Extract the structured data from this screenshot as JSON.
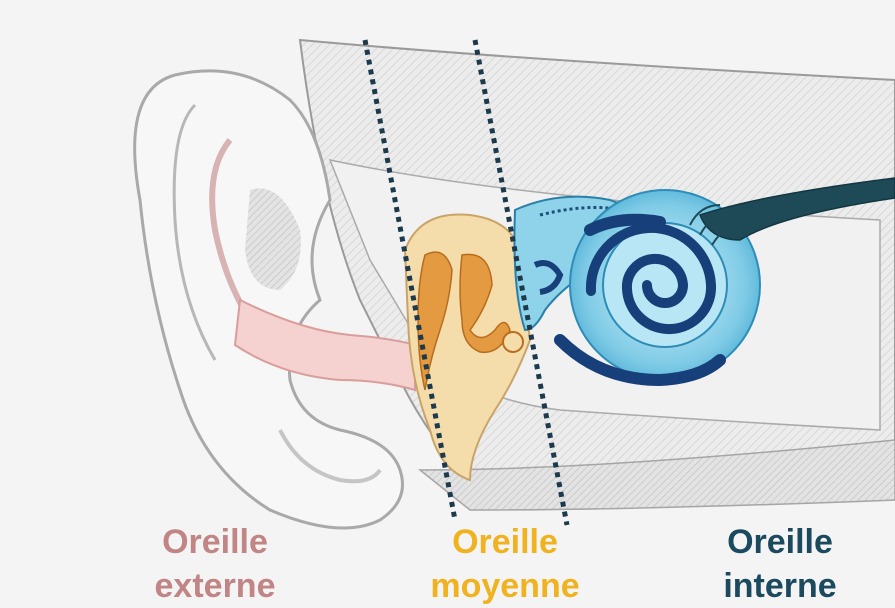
{
  "labels": {
    "externe": {
      "line1": "Oreille",
      "line2": "externe",
      "color": "#c08584"
    },
    "moyenne": {
      "line1": "Oreille",
      "line2": "moyenne",
      "color": "#f0b21e"
    },
    "interne": {
      "line1": "Oreille",
      "line2": "interne",
      "color": "#1b4a5e"
    }
  },
  "colors": {
    "background": "#f4f4f4",
    "skin_outline": "#b8b8b8",
    "canal": "#f2c7c4",
    "middle_ear": "#f3d9a6",
    "ossicles": "#e2923a",
    "cochlea": "#79c9e4",
    "cochlea_dark": "#173f7a",
    "nerve": "#1e4a58",
    "divider": "#1c3a4c"
  }
}
